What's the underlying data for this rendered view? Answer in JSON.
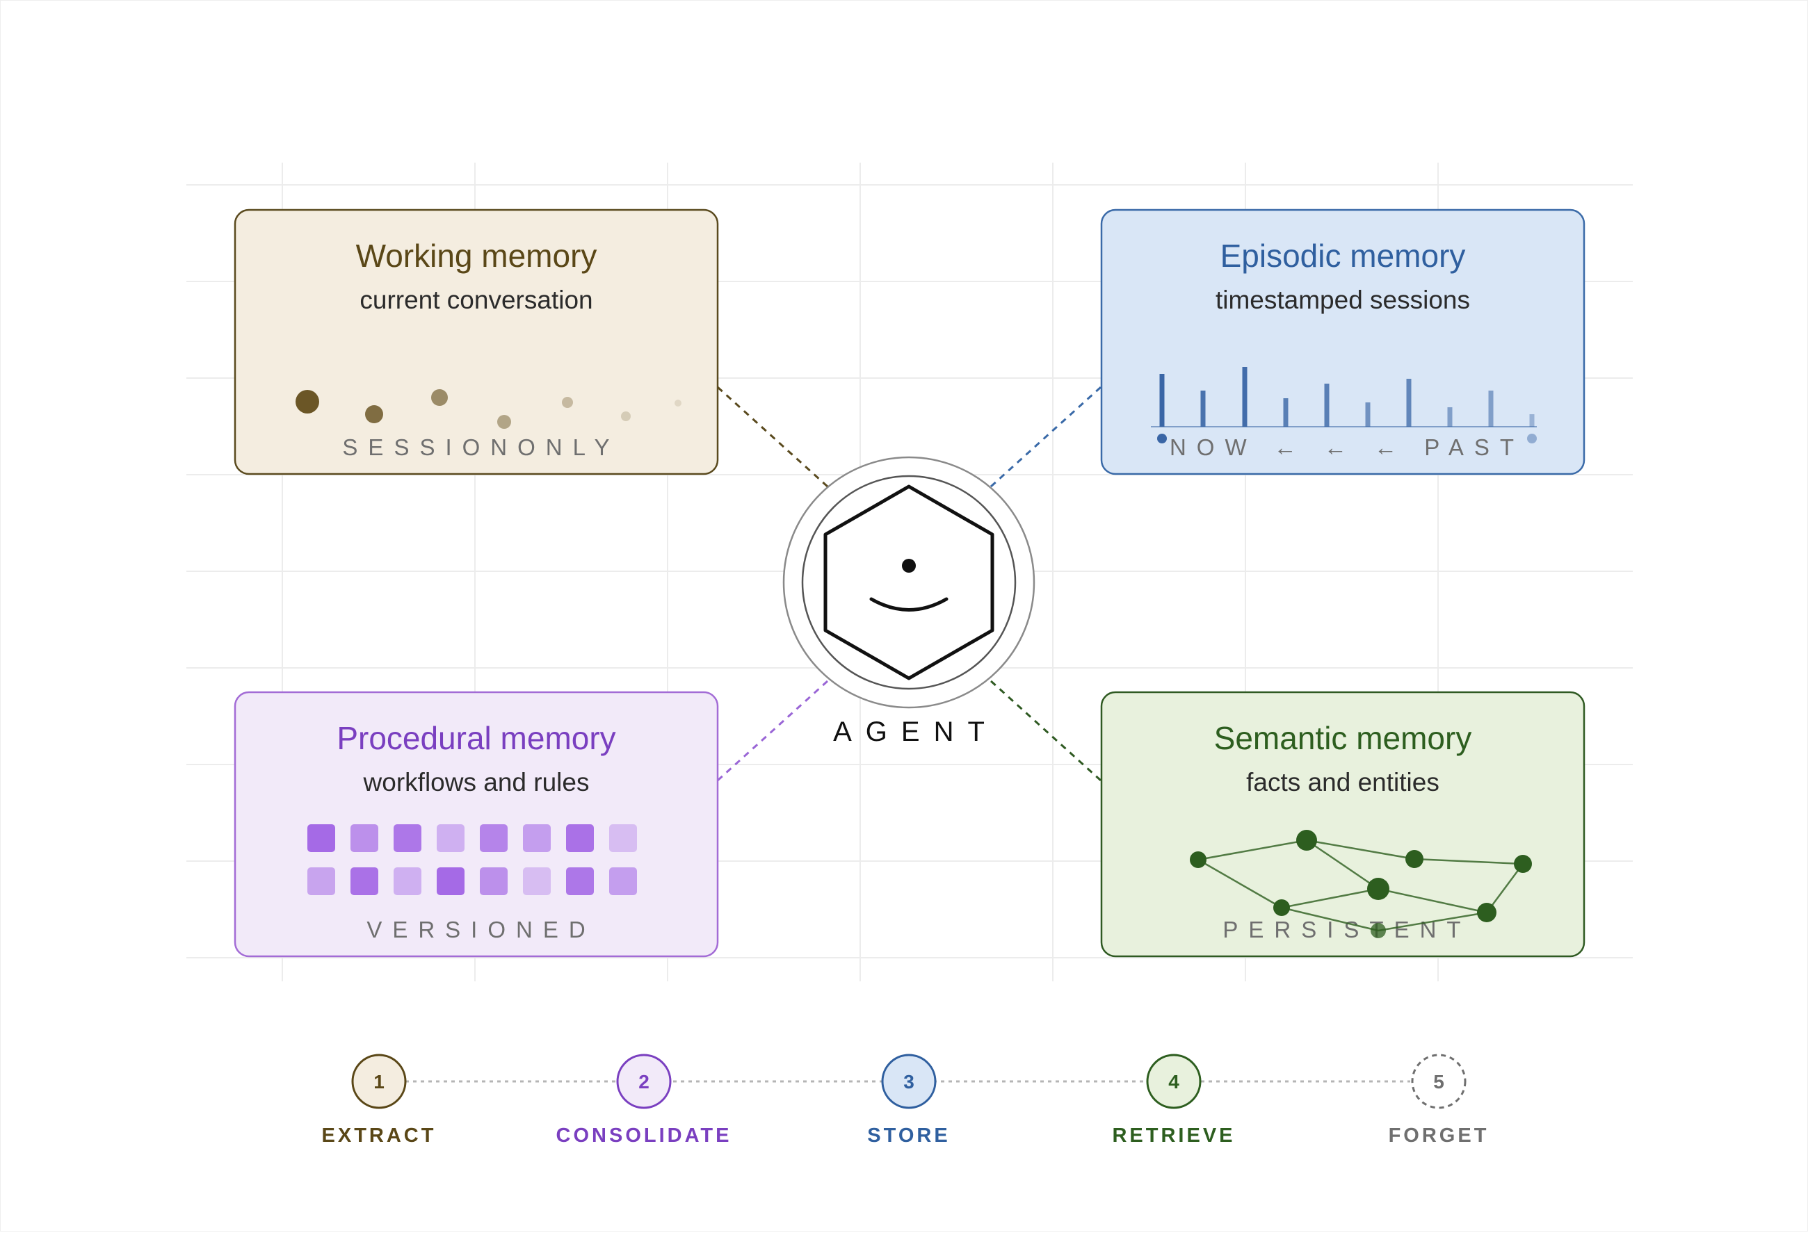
{
  "agent": {
    "label": "AGENT"
  },
  "cards": [
    {
      "id": "working",
      "title": "Working memory",
      "subtitle": "current conversation",
      "tag": "SESSIONONLY",
      "colors": {
        "fill": "#f4ede0",
        "stroke": "#5a4a1e",
        "title": "#5a4717",
        "mark": "#6b5626",
        "connector": "#5a4a1e"
      }
    },
    {
      "id": "episodic",
      "title": "Episodic memory",
      "subtitle": "timestamped sessions",
      "tag": "NOW ← ← ← PAST",
      "colors": {
        "fill": "#d9e6f6",
        "stroke": "#3a6aa8",
        "title": "#2f5f9f",
        "mark": "#3a66a6",
        "connector": "#3a6aa8"
      }
    },
    {
      "id": "procedural",
      "title": "Procedural memory",
      "subtitle": "workflows and rules",
      "tag": "VERSIONED",
      "colors": {
        "fill": "#f2eaf9",
        "stroke": "#a36cd6",
        "title": "#7a3fc0",
        "mark": "#a56ae6",
        "connector": "#9a66d6"
      }
    },
    {
      "id": "semantic",
      "title": "Semantic memory",
      "subtitle": "facts and entities",
      "tag": "PERSISTENT",
      "colors": {
        "fill": "#e8f1dd",
        "stroke": "#2f5a22",
        "title": "#2d5e1f",
        "mark": "#2d5e1f",
        "connector": "#2f5a22"
      }
    }
  ],
  "steps": [
    {
      "number": "1",
      "label": "EXTRACT",
      "color": "#5a4717",
      "fill": "#f4ede0",
      "dashed": false
    },
    {
      "number": "2",
      "label": "CONSOLIDATE",
      "color": "#7a3fc0",
      "fill": "#f2eaf9",
      "dashed": false
    },
    {
      "number": "3",
      "label": "STORE",
      "color": "#2f5f9f",
      "fill": "#d9e6f6",
      "dashed": false
    },
    {
      "number": "4",
      "label": "RETRIEVE",
      "color": "#2d5e1f",
      "fill": "#e8f1dd",
      "dashed": false
    },
    {
      "number": "5",
      "label": "FORGET",
      "color": "#6f6f6f",
      "fill": "#ffffff",
      "dashed": true
    }
  ]
}
